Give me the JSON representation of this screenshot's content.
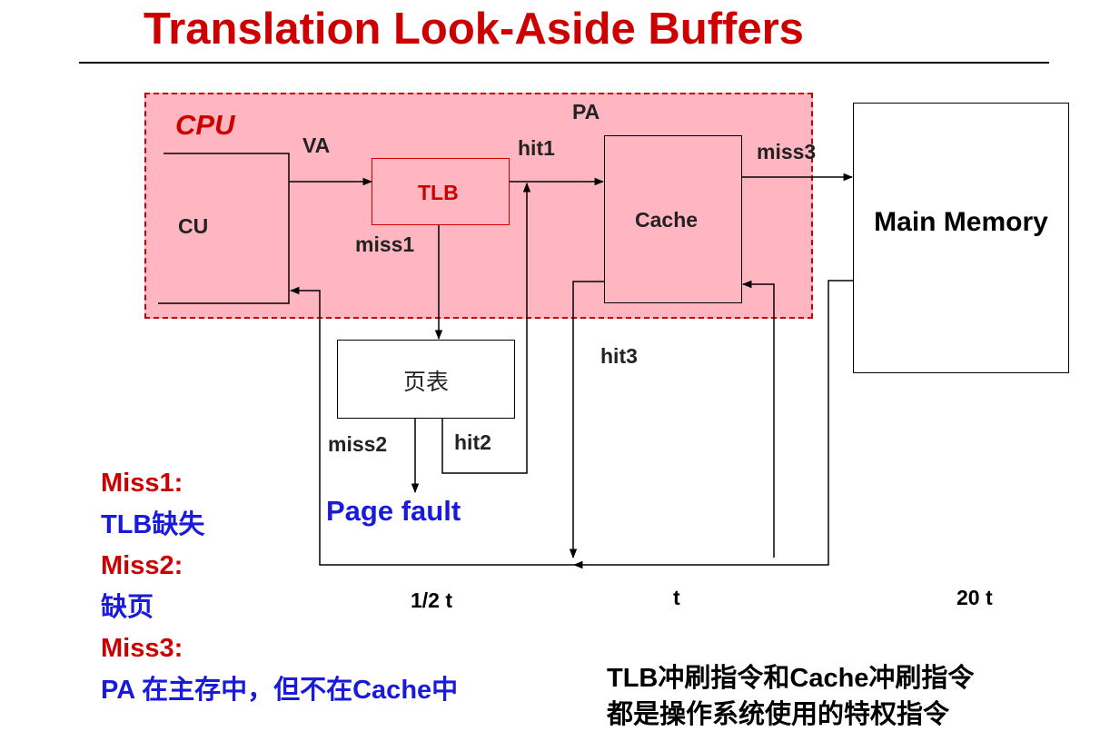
{
  "title": "Translation Look-Aside Buffers",
  "diagram": {
    "cpu_label": "CPU",
    "cu_label": "CU",
    "tlb_label": "TLB",
    "cache_label": "Cache",
    "main_memory_label": "Main Memory",
    "page_table_label": "页表",
    "page_fault_label": "Page fault",
    "edge_labels": {
      "va": "VA",
      "pa": "PA",
      "hit1": "hit1",
      "miss1": "miss1",
      "miss2": "miss2",
      "hit2": "hit2",
      "miss3": "miss3",
      "hit3": "hit3"
    },
    "times": {
      "t_half": "1/2 t",
      "t": "t",
      "t_20": "20 t"
    }
  },
  "notes_left": [
    {
      "text": "Miss1:",
      "color": "red"
    },
    {
      "text": "TLB缺失",
      "color": "blue"
    },
    {
      "text": "Miss2:",
      "color": "red"
    },
    {
      "text": "缺页",
      "color": "blue"
    },
    {
      "text": "Miss3:",
      "color": "red"
    },
    {
      "text": "PA 在主存中，但不在Cache中",
      "color": "blue"
    }
  ],
  "notes_bottom": [
    "TLB冲刷指令和Cache冲刷指令",
    "都是操作系统使用的特权指令"
  ],
  "colors": {
    "title": "#cc0000",
    "cpu_region_fill": "#ffb6c1",
    "cpu_region_border": "#cc0000",
    "blue_text": "#1a1adc"
  }
}
